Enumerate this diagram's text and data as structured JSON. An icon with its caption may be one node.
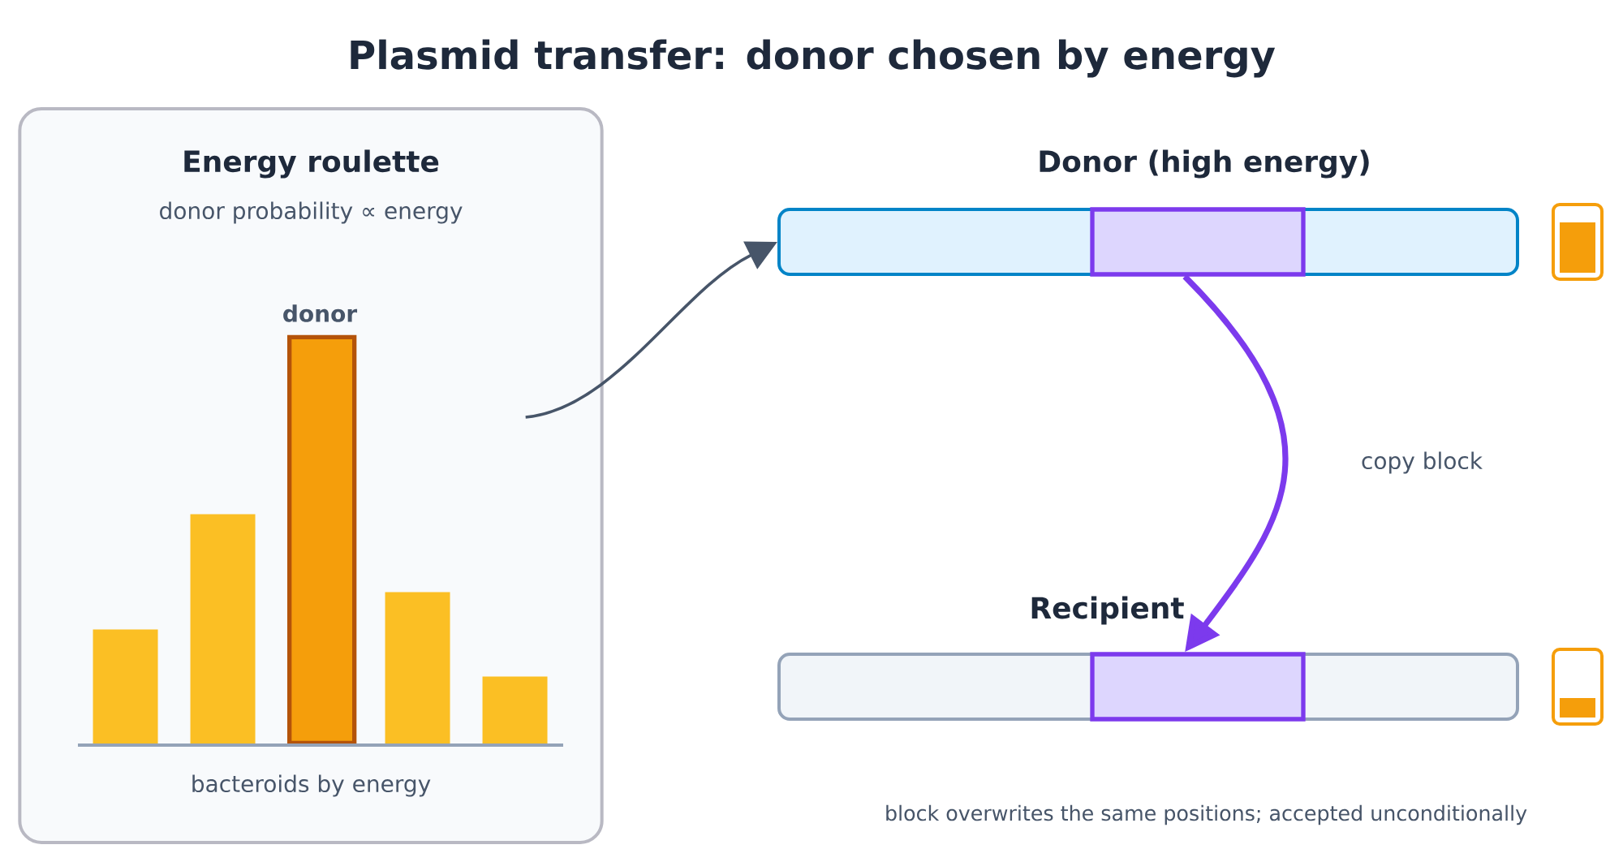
{
  "diagram": {
    "title": "Plasmid transfer: donor chosen by energy",
    "nodes": [
      {
        "text": [
          "Energy roulette",
          "donor probability ∝ energy",
          "bacteroids by energy"
        ]
      },
      {
        "text": [],
        "shape": "bar",
        "in": 0
      },
      {
        "text": [],
        "shape": "bar",
        "in": 0
      },
      {
        "text": [],
        "shape": "bar",
        "in": 0,
        "beside": [
          "donor"
        ]
      },
      {
        "text": [],
        "shape": "bar",
        "in": 0
      },
      {
        "text": [],
        "shape": "bar",
        "in": 0
      },
      {
        "text": [
          "Donor (high energy)"
        ]
      },
      {
        "text": [],
        "shape": "box",
        "in": 6
      },
      {
        "text": [
          "Recipient"
        ]
      },
      {
        "text": [],
        "shape": "box",
        "in": 8
      }
    ],
    "edges": [
      {
        "from": 0,
        "to": 6,
        "arrow": "to",
        "color": "#475569"
      },
      {
        "from": 7,
        "to": 9,
        "arrow": "to",
        "label": "copy block",
        "style": "thick",
        "color": "#7c3aed"
      }
    ],
    "labels": [
      "block overwrites the same positions; accepted unconditionally"
    ]
  }
}
